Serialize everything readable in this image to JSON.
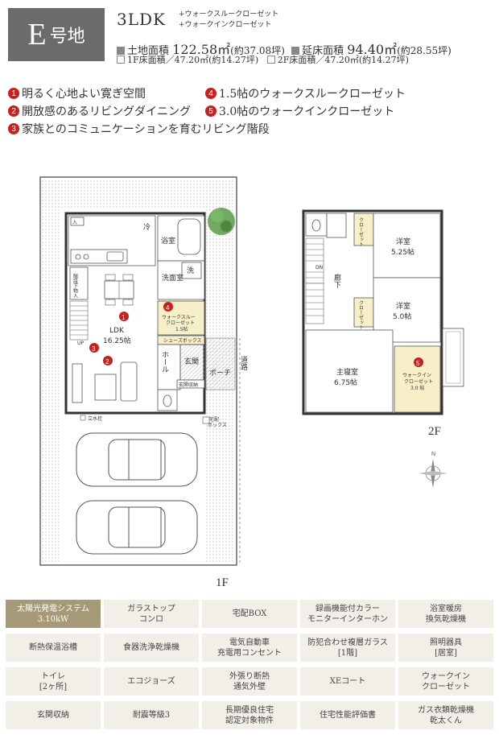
{
  "header": {
    "lot_letter": "E",
    "lot_suffix": "号地",
    "plan_type": "3LDK",
    "extras": [
      "+ウォークスルークローゼット",
      "+ウォークインクローゼット"
    ],
    "land_area_label": "土地面積",
    "land_area_value": "122.58㎡",
    "land_area_tsubo": "(約37.08坪)",
    "floor_area_label": "延床面積",
    "floor_area_value": "94.40㎡",
    "floor_area_tsubo": "(約28.55坪)",
    "f1_area": "1F床面積／47.20㎡(約14.27坪)",
    "f2_area": "2F床面積／47.20㎡(約14.27坪)"
  },
  "features": [
    {
      "num": "1",
      "text": "明るく心地よい寛ぎ空間"
    },
    {
      "num": "2",
      "text": "開放感のあるリビングダイニング"
    },
    {
      "num": "3",
      "text": "家族とのコミュニケーションを育むリビング階段"
    },
    {
      "num": "4",
      "text": "1.5帖のウォークスルークローゼット"
    },
    {
      "num": "5",
      "text": "3.0帖のウォークインクローゼット"
    }
  ],
  "plan1f": {
    "entry_store": "入",
    "fridge": "冷",
    "bath": "浴室",
    "wash": "洗",
    "washroom": "洗面室",
    "stairs_storage": "階段下物入",
    "ldk": "LDK",
    "ldk_size": "16.25帖",
    "up": "UP",
    "wtc": "ウォークスルー",
    "wtc2": "クローゼット",
    "wtc_size": "1.5帖",
    "shoebox": "シューズボックス",
    "hall": "ホール",
    "genkan": "玄関",
    "genkan_storage": "玄関収納",
    "porch": "ポーチ",
    "road": "道路",
    "faucet": "立水栓",
    "delivery": "宅配",
    "delivery2": "ボックス",
    "floor_label": "1F"
  },
  "plan2f": {
    "closet": "クローゼット",
    "dn": "DN",
    "corridor": "廊下",
    "room1": "洋室",
    "room1_size": "5.25帖",
    "room2": "洋室",
    "room2_size": "5.0帖",
    "master": "主寝室",
    "master_size": "6.75帖",
    "wic": "ウォークイン",
    "wic2": "クローゼット",
    "wic_size": "3.0 帖",
    "floor_label": "2F",
    "north": "N"
  },
  "specs": [
    {
      "text": "太陽光発電システム\n3.10kW",
      "highlight": true
    },
    {
      "text": "ガラストップ\nコンロ",
      "highlight": false
    },
    {
      "text": "宅配BOX",
      "highlight": false
    },
    {
      "text": "録画機能付カラー\nモニターインターホン",
      "highlight": false
    },
    {
      "text": "浴室暖房\n換気乾燥機",
      "highlight": false
    },
    {
      "text": "断熱保温浴槽",
      "highlight": false
    },
    {
      "text": "食器洗浄乾燥機",
      "highlight": false
    },
    {
      "text": "電気自動車\n充電用コンセント",
      "highlight": false
    },
    {
      "text": "防犯合わせ複層ガラス\n[1階]",
      "highlight": false
    },
    {
      "text": "照明器具\n[居室]",
      "highlight": false
    },
    {
      "text": "トイレ\n[2ヶ所]",
      "highlight": false
    },
    {
      "text": "エコジョーズ",
      "highlight": false
    },
    {
      "text": "外張り断熱\n通気外壁",
      "highlight": false
    },
    {
      "text": "XEコート",
      "highlight": false
    },
    {
      "text": "ウォークイン\nクローゼット",
      "highlight": false
    },
    {
      "text": "玄関収納",
      "highlight": false
    },
    {
      "text": "耐震等級3",
      "highlight": false
    },
    {
      "text": "長期優良住宅\n認定対象物件",
      "highlight": false
    },
    {
      "text": "住宅性能評価書",
      "highlight": false
    },
    {
      "text": "ガス衣類乾燥機\n乾太くん",
      "highlight": false
    }
  ],
  "colors": {
    "badge": "#6b6b6b",
    "accent_red": "#c8201e",
    "closet_fill": "#f6efc8",
    "spec_bg": "#f2efe9",
    "spec_highlight": "#a59977"
  }
}
